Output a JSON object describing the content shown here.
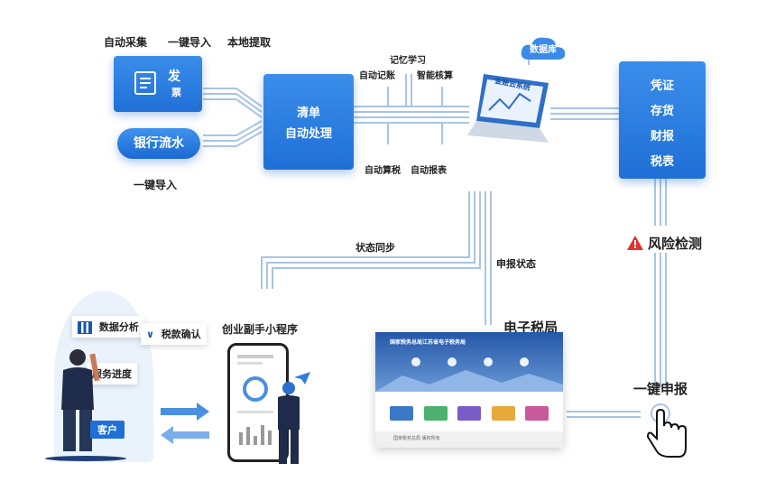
{
  "collect": {
    "auto_collect": "自动采集",
    "one_click_import_top": "一键导入",
    "local_extract": "本地提取",
    "invoice_icon": "invoice-icon",
    "invoice_label_1": "发",
    "invoice_label_2": "票",
    "bank_flow": "银行流水",
    "one_click_import_bottom": "一键导入"
  },
  "process": {
    "line1": "清单",
    "line2": "自动处理"
  },
  "functions": {
    "memory_learning": "记忆学习",
    "auto_bookkeeping": "自动记账",
    "smart_accounting": "智能核算",
    "auto_tax": "自动算税",
    "auto_report": "自动报表"
  },
  "cloud": {
    "database": "数据库",
    "system_label": "金账云系统"
  },
  "outputs": {
    "items": [
      "凭证",
      "存货",
      "财报",
      "税表"
    ]
  },
  "flow": {
    "status_sync": "状态同步",
    "declare_status": "申报状态",
    "risk_check": "风险检测",
    "one_click_declare": "一键申报"
  },
  "customer": {
    "data_analysis": "数据分析",
    "tax_confirm": "税款确认",
    "service_progress": "服务进度",
    "customer_label": "客户"
  },
  "mini_program": {
    "title": "创业副手小程序"
  },
  "tax_bureau": {
    "title": "电子税局",
    "header_text": "国家税务总局江苏省电子税务局",
    "footer_text": "国家税务总局 版权所有"
  },
  "colors": {
    "primary": "#1f6fd6",
    "accent_red": "#e0322f"
  }
}
